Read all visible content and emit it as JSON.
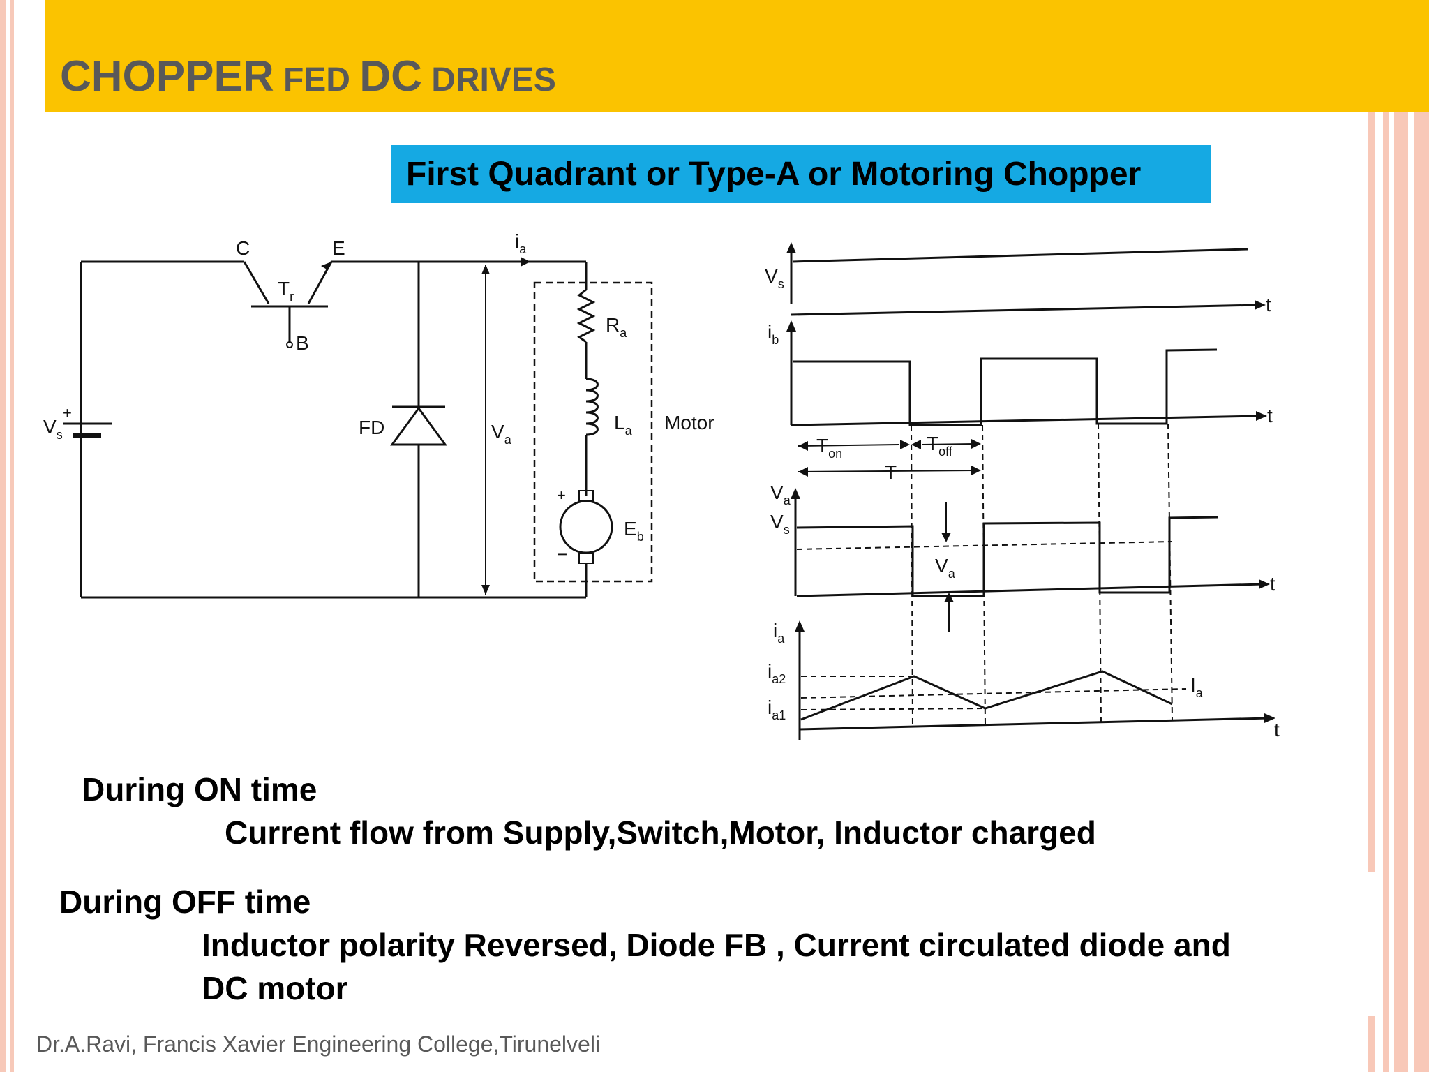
{
  "title": {
    "part1": "CHOPPER",
    "part2": "FED",
    "part3": "DC",
    "part4": "DRIVES"
  },
  "subtitle": "First Quadrant or Type-A or Motoring Chopper",
  "circuit": {
    "collector": "C",
    "emitter": "E",
    "transistor": "T",
    "transistor_sub": "r",
    "base": "B",
    "diode": "FD",
    "supply": "V",
    "supply_sub": "s",
    "armature_current": "i",
    "armature_current_sub": "a",
    "armature_voltage": "V",
    "armature_voltage_sub": "a",
    "resistance": "R",
    "resistance_sub": "a",
    "inductance": "L",
    "inductance_sub": "a",
    "back_emf": "E",
    "back_emf_sub": "b",
    "motor_label": "Motor",
    "plus": "+",
    "minus": "−"
  },
  "waveforms": {
    "vs_axis": "V",
    "vs_sub": "s",
    "ib_axis": "i",
    "ib_sub": "b",
    "va_axis": "V",
    "va_sub": "a",
    "vs_level": "V",
    "vs_level_sub": "s",
    "va_avg": "V",
    "va_avg_sub": "a",
    "ia_axis": "i",
    "ia_sub": "a",
    "ia2": "i",
    "ia2_sub": "a2",
    "ia1": "i",
    "ia1_sub": "a1",
    "ia_avg": "I",
    "ia_avg_sub": "a",
    "time": "t",
    "ton": "T",
    "ton_sub": "on",
    "toff": "T",
    "toff_sub": "off",
    "period": "T"
  },
  "on_time": {
    "heading": "During ON time",
    "text": "Current flow from Supply,Switch,Motor, Inductor charged"
  },
  "off_time": {
    "heading": "During OFF time",
    "text_line1": "Inductor polarity Reversed, Diode FB , Current circulated diode and",
    "text_line2": "DC motor"
  },
  "footer": "Dr.A.Ravi, Francis Xavier Engineering College,Tirunelveli",
  "colors": {
    "header": "#FBC300",
    "subtitle_box": "#15A9E3",
    "title_text": "#595959",
    "side_stripes": "#F8C8B8"
  }
}
